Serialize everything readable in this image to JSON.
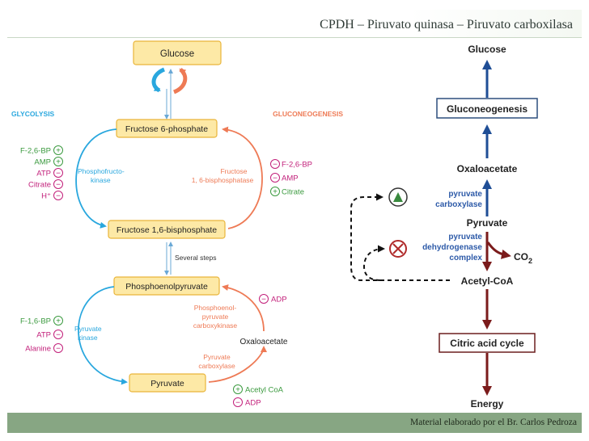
{
  "slide": {
    "title": "CPDH – Piruvato quinasa – Piruvato carboxilasa",
    "footer": "Material elaborado por el Br. Carlos Pedroza"
  },
  "left_diagram": {
    "glucose": "Glucose",
    "glycolysis": "GLYCOLYSIS",
    "gluconeogenesis": "GLUCONEOGENESIS",
    "f6p": "Fructose 6-phosphate",
    "f16bp": "Fructose 1,6-bisphosphate",
    "pfk_line1": "Phosphofructo-",
    "pfk_line2": "kinase",
    "fbpase_line1": "Fructose",
    "fbpase_line2": "1, 6-bisphosphatase",
    "several_steps": "Several steps",
    "pep": "Phosphoenolpyruvate",
    "pyruvate": "Pyruvate",
    "oxaloacetate": "Oxaloacetate",
    "pk_line1": "Pyruvate",
    "pk_line2": "kinase",
    "pepck_line1": "Phosphoenol-",
    "pepck_line2": "pyruvate",
    "pepck_line3": "carboxykinase",
    "pc_line1": "Pyruvate",
    "pc_line2": "carboxylase",
    "reg_glycolysis_top": [
      {
        "label": "F-2,6-BP",
        "sign": "+",
        "color": "#3b9a3f"
      },
      {
        "label": "AMP",
        "sign": "+",
        "color": "#3b9a3f"
      },
      {
        "label": "ATP",
        "sign": "−",
        "color": "#c21f7a"
      },
      {
        "label": "Citrate",
        "sign": "−",
        "color": "#c21f7a"
      },
      {
        "label": "H⁺",
        "sign": "−",
        "color": "#c21f7a"
      }
    ],
    "reg_gluco_top": [
      {
        "label": "F-2,6-BP",
        "sign": "−",
        "color": "#c21f7a"
      },
      {
        "label": "AMP",
        "sign": "−",
        "color": "#c21f7a"
      },
      {
        "label": "Citrate",
        "sign": "+",
        "color": "#3b9a3f"
      }
    ],
    "reg_glycolysis_bottom": [
      {
        "label": "F-1,6-BP",
        "sign": "+",
        "color": "#3b9a3f"
      },
      {
        "label": "ATP",
        "sign": "−",
        "color": "#c21f7a"
      },
      {
        "label": "Alanine",
        "sign": "−",
        "color": "#c21f7a"
      }
    ],
    "reg_adp_top": {
      "label": "ADP",
      "sign": "−",
      "color": "#c21f7a"
    },
    "reg_bottom_right": [
      {
        "label": "Acetyl CoA",
        "sign": "+",
        "color": "#3b9a3f"
      },
      {
        "label": "ADP",
        "sign": "−",
        "color": "#c21f7a"
      }
    ]
  },
  "right_diagram": {
    "glucose": "Glucose",
    "gluconeogenesis": "Gluconeogenesis",
    "oxaloacetate": "Oxaloacetate",
    "pc_line1": "pyruvate",
    "pc_line2": "carboxylase",
    "pyruvate": "Pyruvate",
    "pdh_line1": "pyruvate",
    "pdh_line2": "dehydrogenase",
    "pdh_line3": "complex",
    "co2": "CO",
    "co2_sub": "2",
    "acetyl_coa": "Acetyl-CoA",
    "tca": "Citric acid cycle",
    "energy": "Energy"
  },
  "colors": {
    "box_fill": "#fde9a6",
    "glycolysis_blue": "#29a7de",
    "gluco_orange": "#ee7a55",
    "right_blue": "#1f4e96",
    "right_red": "#7b1b1b",
    "footer": "#87a683"
  }
}
